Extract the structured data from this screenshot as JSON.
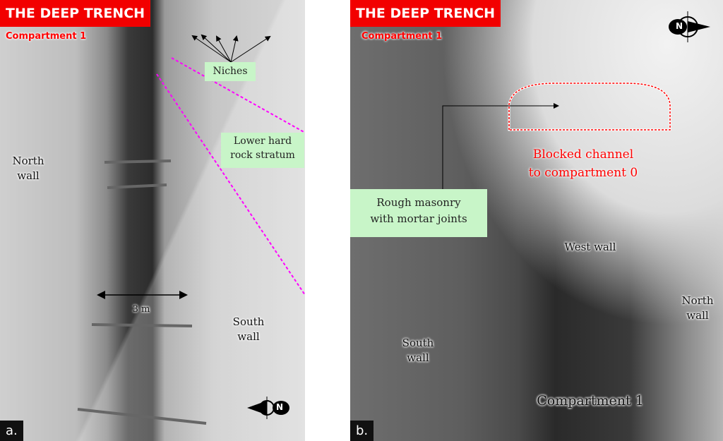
{
  "panel_a": {
    "title": "THE DEEP TRENCH",
    "subtitle": "Compartment 1",
    "niches": "Niches",
    "stratum_line1": "Lower hard",
    "stratum_line2": "rock stratum",
    "north_line1": "North",
    "north_line2": "wall",
    "south_line1": "South",
    "south_line2": "wall",
    "scale": "3 m",
    "compass_letter": "N",
    "panel_letter": "a."
  },
  "panel_b": {
    "title": "THE DEEP TRENCH",
    "subtitle": "Compartment 1",
    "blocked_line1": "Blocked channel",
    "blocked_line2": "to compartment 0",
    "masonry_line1": "Rough masonry",
    "masonry_line2": "with mortar joints",
    "west": "West wall",
    "north_line1": "North",
    "north_line2": "wall",
    "south_line1": "South",
    "south_line2": "wall",
    "compartment": "Compartment 1",
    "compass_letter": "N",
    "panel_letter": "b."
  },
  "colors": {
    "title_bg": "#f20000",
    "label_bg": "#c8f5c8",
    "stratum_line": "#ff00ff"
  }
}
